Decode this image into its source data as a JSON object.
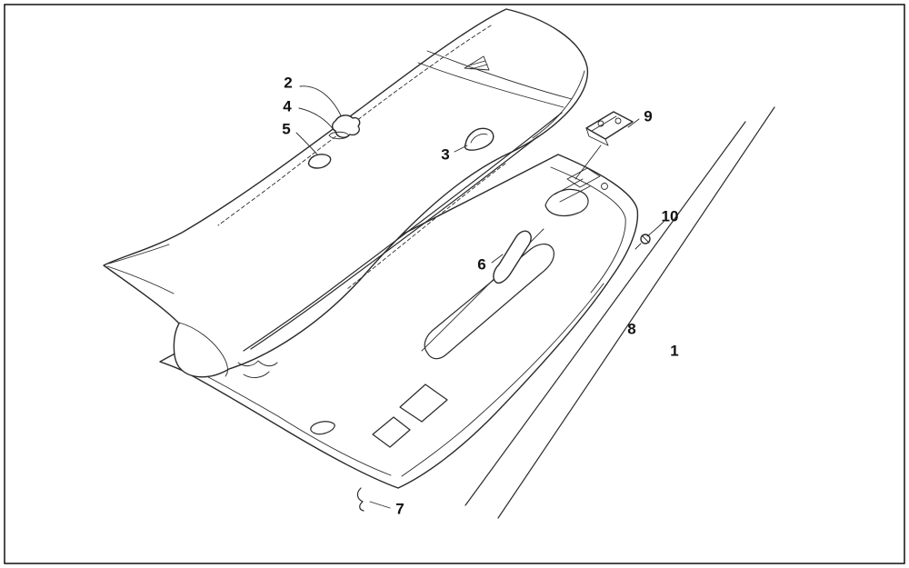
{
  "figure": {
    "background_color": "#ffffff",
    "line_color": "#2a2a2a",
    "frame_color": "#000000"
  },
  "callouts": [
    {
      "number": "1"
    },
    {
      "number": "2"
    },
    {
      "number": "3"
    },
    {
      "number": "4"
    },
    {
      "number": "5"
    },
    {
      "number": "6"
    },
    {
      "number": "7"
    },
    {
      "number": "8"
    },
    {
      "number": "9"
    },
    {
      "number": "10"
    }
  ]
}
